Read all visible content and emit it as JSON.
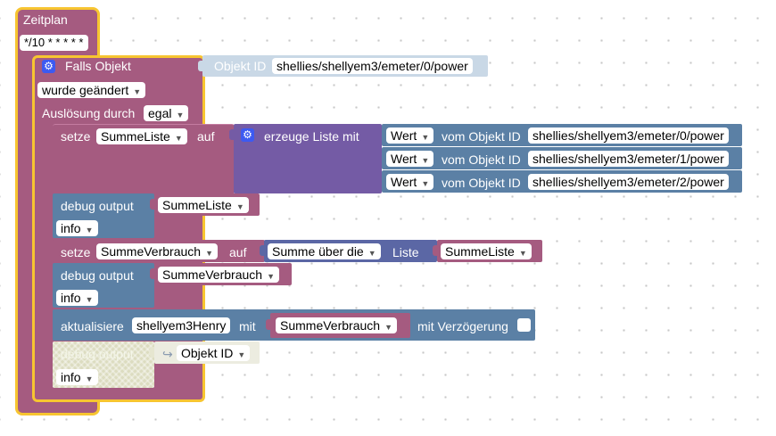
{
  "zeitplan": {
    "title": "Zeitplan",
    "cron": "*/10 * * * * *"
  },
  "trigger": {
    "falls_label": "Falls Objekt",
    "objekt_label": "Objekt ID",
    "objekt_value": "shellies/shellyem3/emeter/0/power",
    "changed": "wurde geändert",
    "ausloesung_label": "Auslösung durch",
    "ausloesung_value": "egal"
  },
  "set1": {
    "setze": "setze",
    "var": "SummeListe",
    "auf": "auf",
    "create_list": "erzeuge Liste mit",
    "items": [
      {
        "field": "Wert",
        "label": "vom Objekt ID",
        "id": "shellies/shellyem3/emeter/0/power"
      },
      {
        "field": "Wert",
        "label": "vom Objekt ID",
        "id": "shellies/shellyem3/emeter/1/power"
      },
      {
        "field": "Wert",
        "label": "vom Objekt ID",
        "id": "shellies/shellyem3/emeter/2/power"
      }
    ]
  },
  "debug1": {
    "label": "debug output",
    "var": "SummeListe",
    "level": "info"
  },
  "set2": {
    "setze": "setze",
    "var": "SummeVerbrauch",
    "auf": "auf",
    "math": "Summe über die",
    "liste": "Liste",
    "list_var": "SummeListe"
  },
  "debug2": {
    "label": "debug output",
    "var": "SummeVerbrauch",
    "level": "info"
  },
  "update": {
    "label": "aktualisiere",
    "target": "shellyem3Henry",
    "mit": "mit",
    "value_var": "SummeVerbrauch",
    "delay": "mit Verzögerung"
  },
  "debug3": {
    "label": "debug output",
    "objekt": "Objekt ID",
    "level": "info"
  },
  "colors": {
    "outline": "#f7c530",
    "schedule": "#a55b80",
    "trigger": "#a55b80",
    "variables": "#a55b80",
    "lists": "#745ba5",
    "system": "#5b80a5",
    "disabled": "#dcdcc0"
  }
}
